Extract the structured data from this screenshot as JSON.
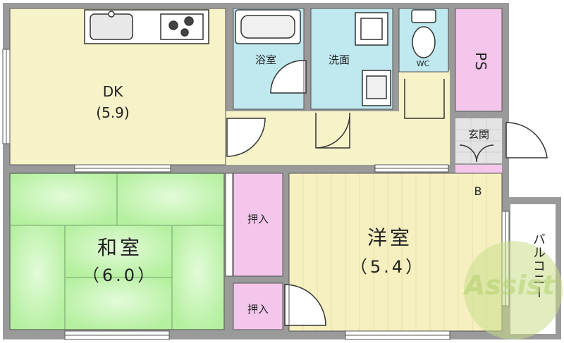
{
  "colors": {
    "wall": "#9a9a9a",
    "wall_edge": "#555555",
    "dk_floor": "#f6f3c9",
    "bath_floor": "#bfe8ef",
    "storage_pink": "#f4c6ec",
    "western_floor": "#f6f0c0",
    "tatami_green": "#b5f0a0",
    "tatami_highlight": "#e3fbd9",
    "entrance_grey": "#e4e4e4",
    "balcony_white": "#ffffff",
    "watermark_green": "#c9de8a"
  },
  "rooms": {
    "dk": {
      "name": "DK",
      "size": "(5.9)"
    },
    "bathroom": {
      "name": "浴室"
    },
    "washroom": {
      "name": "洗面"
    },
    "toilet": {
      "name": "WC"
    },
    "pipe_space": {
      "name": "PS"
    },
    "entrance": {
      "name": "玄関"
    },
    "shoe_box": {
      "name": "B"
    },
    "japanese_room": {
      "name": "和室",
      "size": "（6.0）"
    },
    "western_room": {
      "name": "洋室",
      "size": "（5.4）"
    },
    "closet_upper": {
      "name": "押入"
    },
    "closet_lower": {
      "name": "押入"
    },
    "balcony": {
      "name": "バルコニー"
    }
  },
  "watermark": {
    "text": "Assist"
  }
}
